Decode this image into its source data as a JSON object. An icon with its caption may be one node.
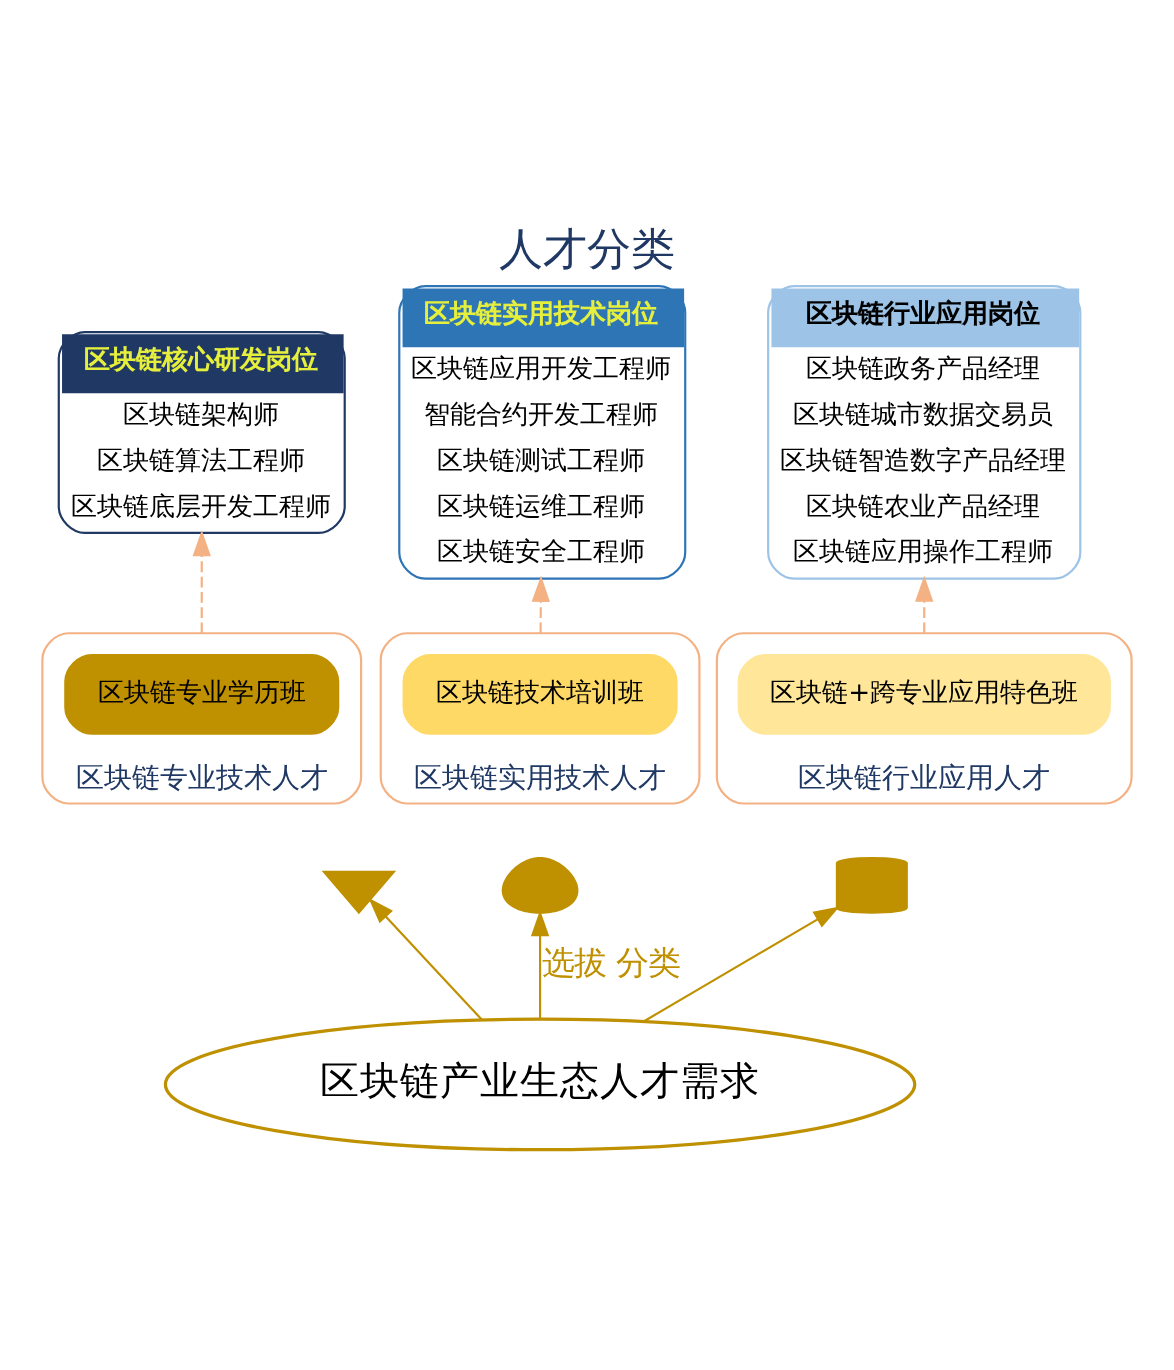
{
  "diagram": {
    "title": "人才分类",
    "nodes": [
      {
        "text": [
          "区块链核心研发岗位",
          "区块链架构师",
          "区块链算法工程师",
          "区块链底层开发工程师"
        ]
      },
      {
        "text": [
          "区块链实用技术岗位",
          "区块链应用开发工程师",
          "智能合约开发工程师",
          "区块链测试工程师",
          "区块链运维工程师",
          "区块链安全工程师"
        ]
      },
      {
        "text": [
          "区块链行业应用岗位",
          "区块链政务产品经理",
          "区块链城市数据交易员",
          "区块链智造数字产品经理",
          "区块链农业产品经理",
          "区块链应用操作工程师"
        ]
      },
      {
        "text": [
          "区块链专业技术人才"
        ]
      },
      {
        "text": [
          "区块链专业学历班"
        ],
        "in": 3
      },
      {
        "text": [
          "区块链实用技术人才"
        ]
      },
      {
        "text": [
          "区块链技术培训班"
        ],
        "in": 5
      },
      {
        "text": [
          "区块链行业应用人才"
        ]
      },
      {
        "text": [
          "区块链+跨专业应用特色班"
        ],
        "in": 7
      },
      {
        "text": [],
        "shape": "cap"
      },
      {
        "text": [],
        "shape": "person"
      },
      {
        "text": [],
        "shape": "scroll"
      },
      {
        "text": [
          "区块链产业生态人才需求"
        ]
      }
    ],
    "edges": [
      {
        "from": 3,
        "to": 0,
        "arrow": "to",
        "style": "dashed",
        "color": "#f4b183"
      },
      {
        "from": 5,
        "to": 1,
        "arrow": "to",
        "style": "dashed",
        "color": "#f4b183"
      },
      {
        "from": 7,
        "to": 2,
        "arrow": "to",
        "style": "dashed",
        "color": "#f4b183"
      },
      {
        "from": 12,
        "to": 9,
        "arrow": "to",
        "color": "#bf9000"
      },
      {
        "from": 12,
        "to": 10,
        "arrow": "to",
        "label": "选拔 分类",
        "color": "#bf9000"
      },
      {
        "from": 12,
        "to": 11,
        "arrow": "to",
        "color": "#bf9000"
      }
    ]
  }
}
